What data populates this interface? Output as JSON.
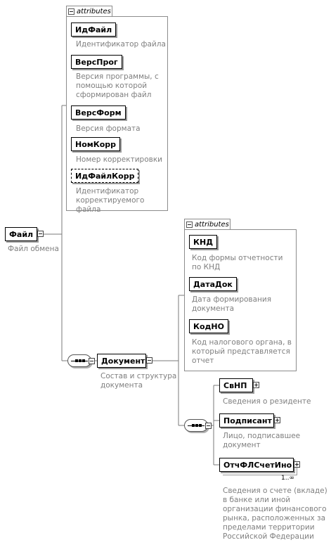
{
  "root": {
    "name": "Файл",
    "description": "Файл обмена"
  },
  "root_attributes": {
    "tab_label": "attributes",
    "items": [
      {
        "name": "ИдФайл",
        "description": "Идентификатор файла",
        "optional": false
      },
      {
        "name": "ВерсПрог",
        "description": "Версия программы, с помощью которой сформирован файл",
        "optional": false
      },
      {
        "name": "ВерсФорм",
        "description": "Версия формата",
        "optional": false
      },
      {
        "name": "НомКорр",
        "description": "Номер корректировки",
        "optional": false
      },
      {
        "name": "ИдФайлКорр",
        "description": "Идентификатор корректируемого файла",
        "optional": true
      }
    ]
  },
  "document": {
    "name": "Документ",
    "description": "Состав и структура документа"
  },
  "document_attributes": {
    "tab_label": "attributes",
    "items": [
      {
        "name": "КНД",
        "description": "Код формы отчетности по КНД"
      },
      {
        "name": "ДатаДок",
        "description": "Дата формирования документа"
      },
      {
        "name": "КодНО",
        "description": "Код налогового органа, в который представляется отчет"
      }
    ]
  },
  "children": [
    {
      "name": "СвНП",
      "description": "Сведения о резиденте"
    },
    {
      "name": "Подписант",
      "description": "Лицо, подписавшее документ"
    },
    {
      "name": "ОтчФЛСчетИно",
      "description": "Сведения о счете (вкладе) в банке или иной организации финансового рынка, расположенных за пределами территории Российской Федерации",
      "multiplicity": "1..∞"
    }
  ]
}
